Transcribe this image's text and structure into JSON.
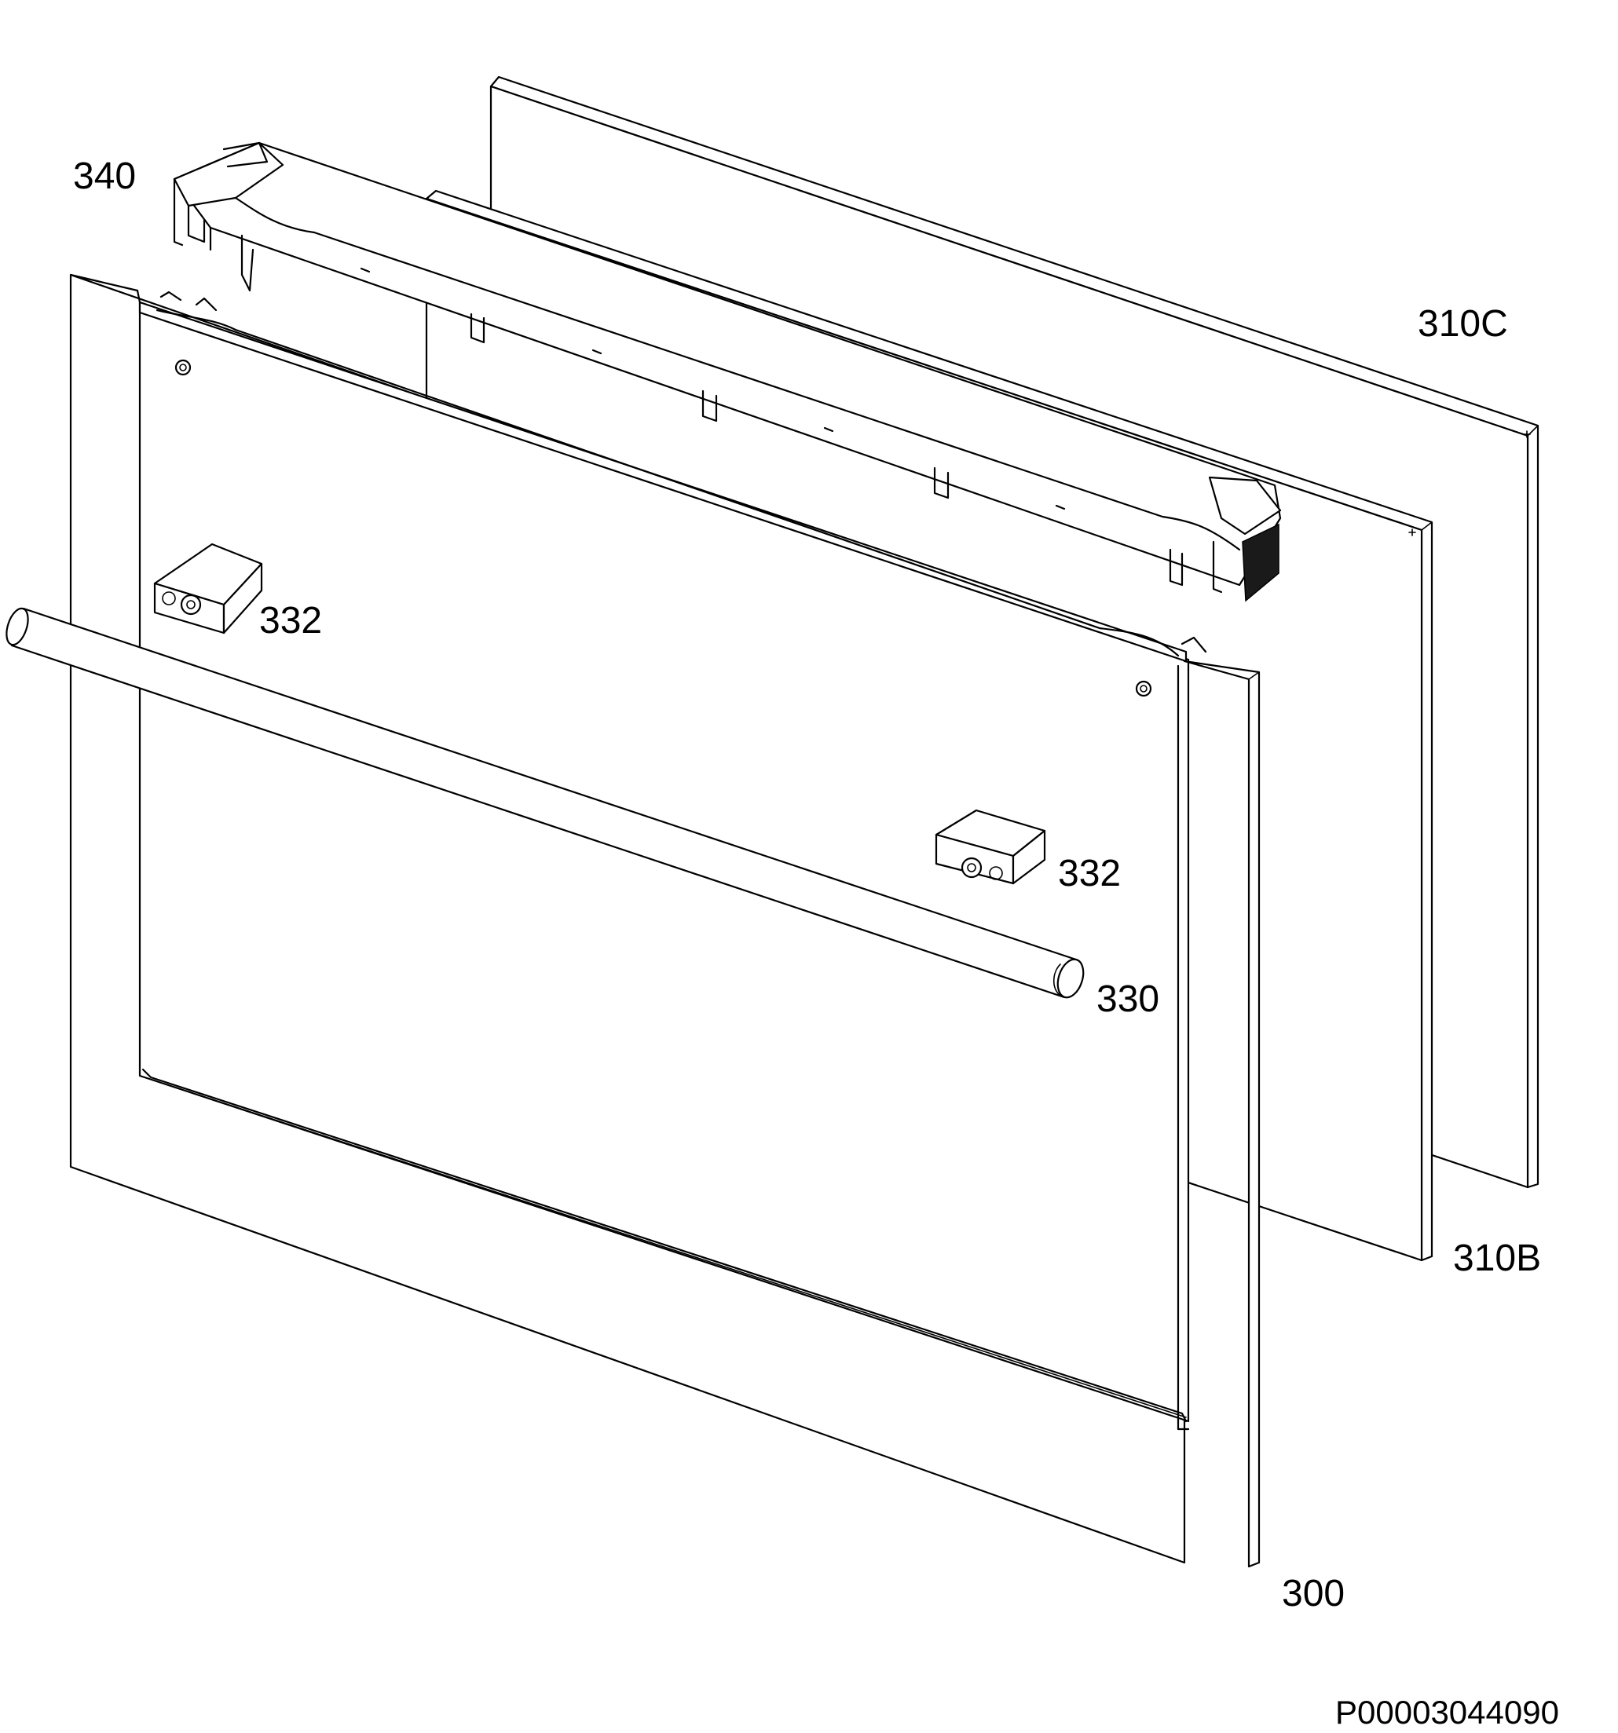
{
  "labels": {
    "glass_c": "310C",
    "glass_b": "310B",
    "frame": "340",
    "spacer_left": "332",
    "spacer_right": "332",
    "handle": "330",
    "door": "300"
  },
  "drawing_code": "P00003044090"
}
